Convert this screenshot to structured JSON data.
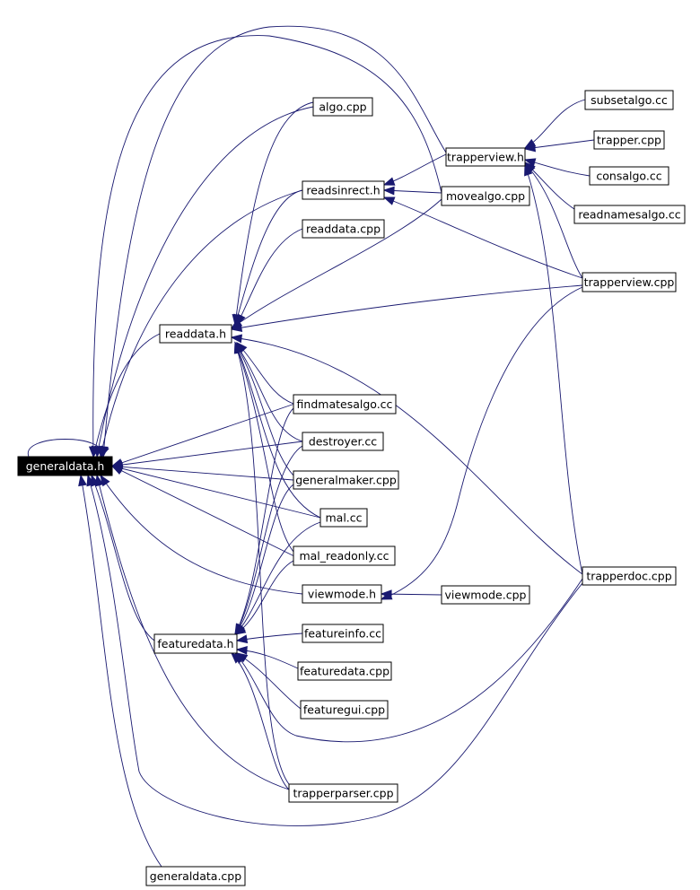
{
  "graph": {
    "edge_color": "#191970",
    "root_fill": "#000000",
    "nodes": [
      {
        "id": "generaldata_h",
        "label": "generaldata.h",
        "root": true
      },
      {
        "id": "algo_cpp",
        "label": "algo.cpp"
      },
      {
        "id": "readsinrect_h",
        "label": "readsinrect.h"
      },
      {
        "id": "readdata_cpp",
        "label": "readdata.cpp"
      },
      {
        "id": "readdata_h",
        "label": "readdata.h"
      },
      {
        "id": "findmatesalgo_cc",
        "label": "findmatesalgo.cc"
      },
      {
        "id": "destroyer_cc",
        "label": "destroyer.cc"
      },
      {
        "id": "generalmaker_cpp",
        "label": "generalmaker.cpp"
      },
      {
        "id": "mal_cc",
        "label": "mal.cc"
      },
      {
        "id": "mal_readonly_cc",
        "label": "mal_readonly.cc"
      },
      {
        "id": "viewmode_h",
        "label": "viewmode.h"
      },
      {
        "id": "featuredata_h",
        "label": "featuredata.h"
      },
      {
        "id": "featureinfo_cc",
        "label": "featureinfo.cc"
      },
      {
        "id": "featuredata_cpp",
        "label": "featuredata.cpp"
      },
      {
        "id": "featuregui_cpp",
        "label": "featuregui.cpp"
      },
      {
        "id": "trapperparser_cpp",
        "label": "trapperparser.cpp"
      },
      {
        "id": "generaldata_cpp",
        "label": "generaldata.cpp"
      },
      {
        "id": "trapperview_h",
        "label": "trapperview.h"
      },
      {
        "id": "movealgo_cpp",
        "label": "movealgo.cpp"
      },
      {
        "id": "viewmode_cpp",
        "label": "viewmode.cpp"
      },
      {
        "id": "subsetalgo_cc",
        "label": "subsetalgo.cc"
      },
      {
        "id": "trapper_cpp",
        "label": "trapper.cpp"
      },
      {
        "id": "consalgo_cc",
        "label": "consalgo.cc"
      },
      {
        "id": "readnamesalgo_cc",
        "label": "readnamesalgo.cc"
      },
      {
        "id": "trapperview_cpp",
        "label": "trapperview.cpp"
      },
      {
        "id": "trapperdoc_cpp",
        "label": "trapperdoc.cpp"
      }
    ],
    "edges": [
      {
        "from": "generaldata_h",
        "to": "generaldata_h"
      },
      {
        "from": "algo_cpp",
        "to": "generaldata_h"
      },
      {
        "from": "trapperview_h",
        "to": "generaldata_h"
      },
      {
        "from": "readsinrect_h",
        "to": "generaldata_h"
      },
      {
        "from": "readdata_h",
        "to": "generaldata_h"
      },
      {
        "from": "findmatesalgo_cc",
        "to": "generaldata_h"
      },
      {
        "from": "destroyer_cc",
        "to": "generaldata_h"
      },
      {
        "from": "generalmaker_cpp",
        "to": "generaldata_h"
      },
      {
        "from": "mal_cc",
        "to": "generaldata_h"
      },
      {
        "from": "mal_readonly_cc",
        "to": "generaldata_h"
      },
      {
        "from": "viewmode_h",
        "to": "generaldata_h"
      },
      {
        "from": "featuredata_h",
        "to": "generaldata_h"
      },
      {
        "from": "trapperparser_cpp",
        "to": "generaldata_h"
      },
      {
        "from": "generaldata_cpp",
        "to": "generaldata_h"
      },
      {
        "from": "trapperdoc_cpp",
        "to": "generaldata_h"
      },
      {
        "from": "movealgo_cpp",
        "to": "generaldata_h"
      },
      {
        "from": "algo_cpp",
        "to": "readdata_h"
      },
      {
        "from": "readsinrect_h",
        "to": "readdata_h"
      },
      {
        "from": "readdata_cpp",
        "to": "readdata_h"
      },
      {
        "from": "movealgo_cpp",
        "to": "readdata_h"
      },
      {
        "from": "trapperview_cpp",
        "to": "readdata_h"
      },
      {
        "from": "trapperdoc_cpp",
        "to": "readdata_h"
      },
      {
        "from": "findmatesalgo_cc",
        "to": "readdata_h"
      },
      {
        "from": "destroyer_cc",
        "to": "readdata_h"
      },
      {
        "from": "generalmaker_cpp",
        "to": "readdata_h"
      },
      {
        "from": "mal_cc",
        "to": "readdata_h"
      },
      {
        "from": "mal_readonly_cc",
        "to": "readdata_h"
      },
      {
        "from": "trapperparser_cpp",
        "to": "readdata_h"
      },
      {
        "from": "trapperview_h",
        "to": "readsinrect_h"
      },
      {
        "from": "movealgo_cpp",
        "to": "readsinrect_h"
      },
      {
        "from": "trapperview_cpp",
        "to": "readsinrect_h"
      },
      {
        "from": "subsetalgo_cc",
        "to": "trapperview_h"
      },
      {
        "from": "trapper_cpp",
        "to": "trapperview_h"
      },
      {
        "from": "consalgo_cc",
        "to": "trapperview_h"
      },
      {
        "from": "readnamesalgo_cc",
        "to": "trapperview_h"
      },
      {
        "from": "trapperview_cpp",
        "to": "trapperview_h"
      },
      {
        "from": "trapperdoc_cpp",
        "to": "trapperview_h"
      },
      {
        "from": "viewmode_cpp",
        "to": "viewmode_h"
      },
      {
        "from": "trapperview_cpp",
        "to": "viewmode_h"
      },
      {
        "from": "featureinfo_cc",
        "to": "featuredata_h"
      },
      {
        "from": "featuredata_cpp",
        "to": "featuredata_h"
      },
      {
        "from": "featuregui_cpp",
        "to": "featuredata_h"
      },
      {
        "from": "trapperparser_cpp",
        "to": "featuredata_h"
      },
      {
        "from": "trapperdoc_cpp",
        "to": "featuredata_h"
      },
      {
        "from": "destroyer_cc",
        "to": "featuredata_h"
      },
      {
        "from": "generalmaker_cpp",
        "to": "featuredata_h"
      },
      {
        "from": "mal_cc",
        "to": "featuredata_h"
      },
      {
        "from": "mal_readonly_cc",
        "to": "featuredata_h"
      },
      {
        "from": "findmatesalgo_cc",
        "to": "featuredata_h"
      }
    ]
  }
}
